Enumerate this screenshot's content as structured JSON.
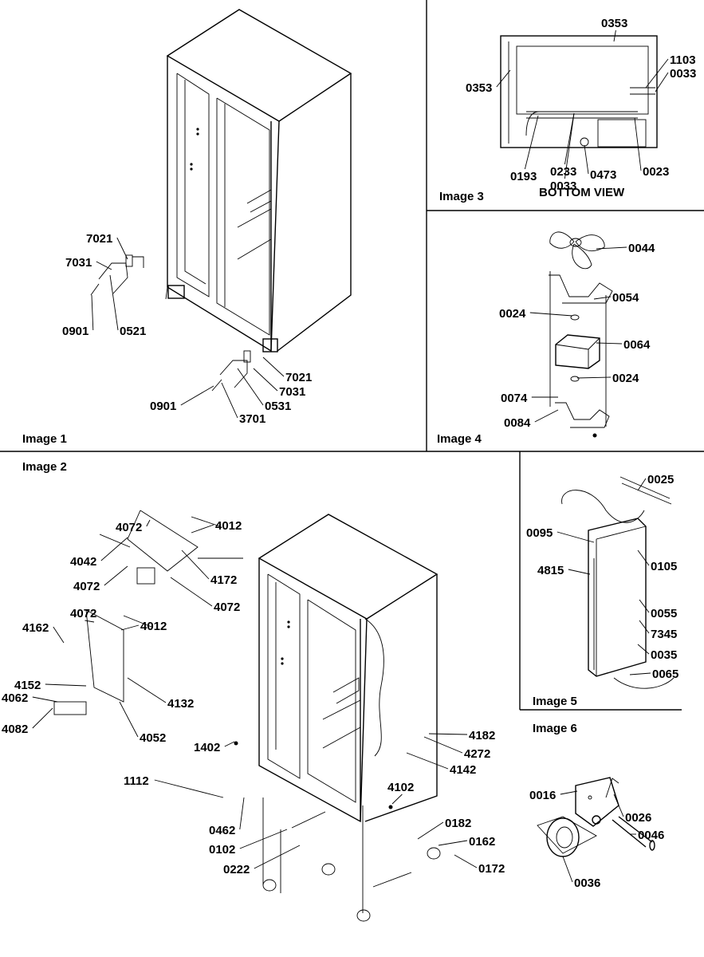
{
  "sections": {
    "image1": "Image 1",
    "image2": "Image 2",
    "image3": "Image 3",
    "image4": "Image 4",
    "image5": "Image 5",
    "image6": "Image 6"
  },
  "bottom_view": "BOTTOM VIEW",
  "callouts": {
    "img1": [
      "7021",
      "7031",
      "0901",
      "0521",
      "7021",
      "7031",
      "0901",
      "0531",
      "3701"
    ],
    "img3": [
      "0353",
      "0353",
      "1103",
      "0033",
      "0193",
      "0233",
      "0033",
      "0473",
      "0023"
    ],
    "img4": [
      "0044",
      "0054",
      "0024",
      "0064",
      "0024",
      "0074",
      "0084"
    ],
    "img2": [
      "4072",
      "4012",
      "4042",
      "4172",
      "4072",
      "4072",
      "4072",
      "4012",
      "4162",
      "4152",
      "4132",
      "4062",
      "4082",
      "4052",
      "1402",
      "1112",
      "0462",
      "0102",
      "0222",
      "4182",
      "4272",
      "4142",
      "4102",
      "0182",
      "0162",
      "0172"
    ],
    "img5": [
      "0025",
      "0095",
      "0105",
      "4815",
      "0055",
      "7345",
      "0035",
      "0065"
    ],
    "img6": [
      "0016",
      "0026",
      "0046",
      "0036"
    ]
  }
}
